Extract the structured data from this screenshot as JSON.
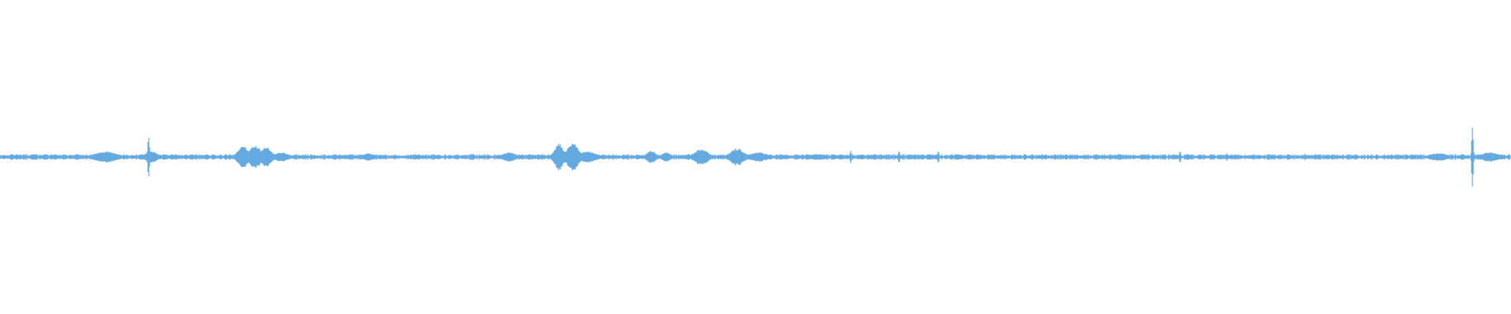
{
  "waveform": {
    "color": "#64a9df",
    "peaks": [
      {
        "pos": 0.07,
        "amp": 0.035,
        "w": 0.01
      },
      {
        "pos": 0.0983,
        "amp": 0.14,
        "w": 0.0012,
        "spike": true
      },
      {
        "pos": 0.1,
        "amp": 0.04,
        "w": 0.005
      },
      {
        "pos": 0.161,
        "amp": 0.07,
        "w": 0.005
      },
      {
        "pos": 0.169,
        "amp": 0.075,
        "w": 0.005
      },
      {
        "pos": 0.176,
        "amp": 0.065,
        "w": 0.005
      },
      {
        "pos": 0.186,
        "amp": 0.03,
        "w": 0.006
      },
      {
        "pos": 0.244,
        "amp": 0.025,
        "w": 0.005
      },
      {
        "pos": 0.337,
        "amp": 0.03,
        "w": 0.006
      },
      {
        "pos": 0.37,
        "amp": 0.085,
        "w": 0.004
      },
      {
        "pos": 0.379,
        "amp": 0.09,
        "w": 0.005
      },
      {
        "pos": 0.389,
        "amp": 0.035,
        "w": 0.008
      },
      {
        "pos": 0.431,
        "amp": 0.04,
        "w": 0.004
      },
      {
        "pos": 0.441,
        "amp": 0.03,
        "w": 0.004
      },
      {
        "pos": 0.464,
        "amp": 0.05,
        "w": 0.006
      },
      {
        "pos": 0.488,
        "amp": 0.055,
        "w": 0.006
      },
      {
        "pos": 0.502,
        "amp": 0.03,
        "w": 0.008
      },
      {
        "pos": 0.541,
        "amp": 0.02,
        "w": 0.006
      },
      {
        "pos": 0.563,
        "amp": 0.04,
        "w": 0.0012,
        "spike": true
      },
      {
        "pos": 0.595,
        "amp": 0.04,
        "w": 0.0012,
        "spike": true
      },
      {
        "pos": 0.621,
        "amp": 0.04,
        "w": 0.0012,
        "spike": true
      },
      {
        "pos": 0.781,
        "amp": 0.04,
        "w": 0.0012,
        "spike": true
      },
      {
        "pos": 0.812,
        "amp": 0.025,
        "w": 0.0012,
        "spike": true
      },
      {
        "pos": 0.952,
        "amp": 0.025,
        "w": 0.008
      },
      {
        "pos": 0.9745,
        "amp": 0.19,
        "w": 0.0012,
        "spike": true
      },
      {
        "pos": 0.986,
        "amp": 0.03,
        "w": 0.008
      }
    ]
  }
}
